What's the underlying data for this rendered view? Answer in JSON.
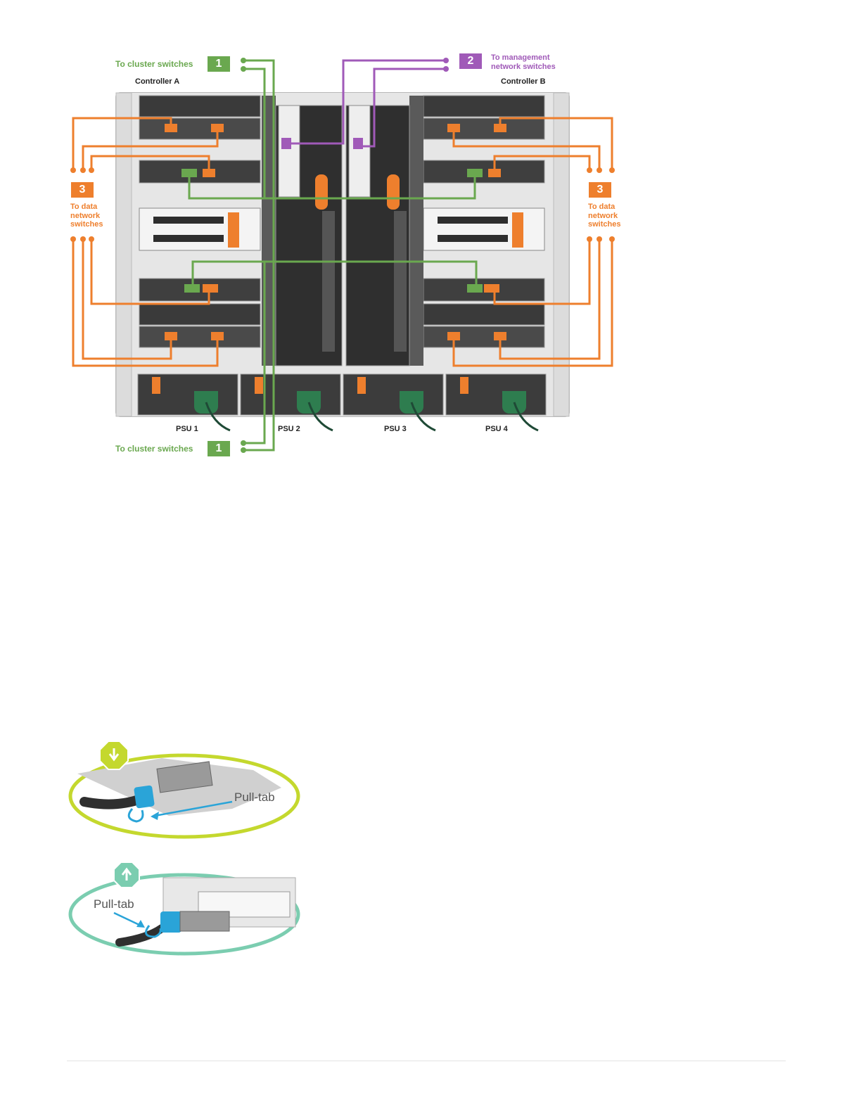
{
  "diagram": {
    "cluster_top_label": "To cluster switches",
    "cluster_top_number": "1",
    "cluster_bottom_label": "To cluster switches",
    "cluster_bottom_number": "1",
    "mgmt_number": "2",
    "mgmt_label_line1": "To management",
    "mgmt_label_line2": "network switches",
    "controller_a": "Controller A",
    "controller_b": "Controller B",
    "data_left_number": "3",
    "data_left_line1": "To data",
    "data_left_line2": "network",
    "data_left_line3": "switches",
    "data_right_number": "3",
    "data_right_line1": "To data",
    "data_right_line2": "network",
    "data_right_line3": "switches",
    "psu": [
      "PSU 1",
      "PSU 2",
      "PSU 3",
      "PSU 4"
    ],
    "colors": {
      "cluster": "#6aa84f",
      "management": "#a05ab8",
      "data": "#ee7f2d"
    }
  },
  "illustrations": {
    "remove_label": "Pull-tab",
    "insert_label": "Pull-tab"
  }
}
